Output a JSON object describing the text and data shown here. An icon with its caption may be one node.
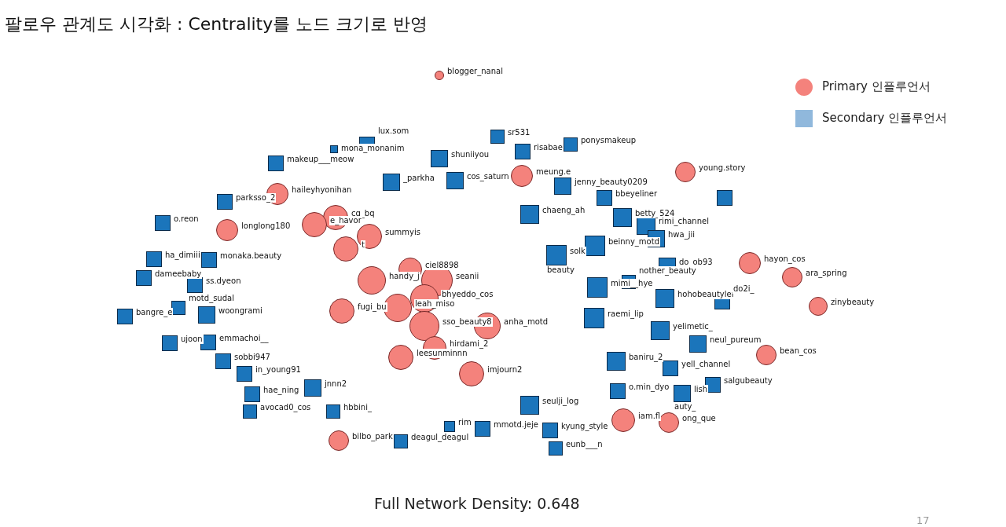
{
  "diagram": {
    "title": "팔로우 관계도 시각화 : Centrality를 노드 크기로 반영",
    "caption": "Full Network Density: 0.648",
    "nodes": [
      {
        "text": [],
        "shape": "circle",
        "beside": [
          "blogger_nanal"
        ]
      },
      {
        "text": [],
        "shape": "box",
        "beside": [
          "sr531"
        ]
      },
      {
        "text": [],
        "shape": "box",
        "beside": [
          "lux.som"
        ]
      },
      {
        "text": [],
        "shape": "box",
        "beside": [
          "ponysmakeup"
        ]
      },
      {
        "text": [],
        "shape": "box",
        "beside": [
          "mona_monanim"
        ]
      },
      {
        "text": [],
        "shape": "box",
        "beside": [
          "risabae"
        ]
      },
      {
        "text": [],
        "shape": "box",
        "beside": [
          "shuniiyou"
        ]
      },
      {
        "text": [],
        "shape": "box",
        "beside": [
          "makeup___meow"
        ]
      },
      {
        "text": [],
        "shape": "circle",
        "beside": [
          "young.story"
        ]
      },
      {
        "text": [],
        "shape": "circle",
        "beside": [
          "meung.e"
        ]
      },
      {
        "text": [],
        "shape": "box",
        "beside": [
          "_parkha"
        ]
      },
      {
        "text": [],
        "shape": "box",
        "beside": [
          "cos_saturn"
        ]
      },
      {
        "text": [],
        "shape": "box",
        "beside": [
          "jenny_beauty0209"
        ]
      },
      {
        "text": [],
        "shape": "circle",
        "beside": [
          "haileyhyonihan"
        ]
      },
      {
        "text": [],
        "shape": "box"
      },
      {
        "text": [],
        "shape": "box",
        "beside": [
          "bbeyeliner"
        ]
      },
      {
        "text": [],
        "shape": "box",
        "beside": [
          "parksso_2"
        ]
      },
      {
        "text": [],
        "shape": "box",
        "beside": [
          "chaeng_ah"
        ]
      },
      {
        "text": [],
        "shape": "box",
        "beside": [
          "betty_524"
        ]
      },
      {
        "text": [],
        "shape": "circle",
        "beside": [
          "cq_bq"
        ]
      },
      {
        "text": [],
        "shape": "circle",
        "beside": [
          "e_havor"
        ]
      },
      {
        "text": [],
        "shape": "box",
        "beside": [
          "o.reon"
        ]
      },
      {
        "text": [],
        "shape": "box",
        "beside": [
          "rimi_channel"
        ]
      },
      {
        "text": [],
        "shape": "circle",
        "beside": [
          "longlong180"
        ]
      },
      {
        "text": [],
        "shape": "circle",
        "beside": [
          "summyis"
        ]
      },
      {
        "text": [],
        "shape": "box",
        "beside": [
          "hwa_jii"
        ]
      },
      {
        "text": [],
        "shape": "box",
        "beside": [
          "beinny_motd"
        ]
      },
      {
        "text": [],
        "shape": "circle",
        "beside": [
          "t"
        ]
      },
      {
        "text": [],
        "shape": "box",
        "beside": [
          "solk",
          "beauty"
        ]
      },
      {
        "text": [],
        "shape": "box",
        "beside": [
          "ha_dimiii"
        ]
      },
      {
        "text": [],
        "shape": "box",
        "beside": [
          "monaka.beauty"
        ]
      },
      {
        "text": [],
        "shape": "box",
        "beside": [
          "do_ob93"
        ]
      },
      {
        "text": [],
        "shape": "circle",
        "beside": [
          "hayon_cos"
        ]
      },
      {
        "text": [],
        "shape": "circle",
        "beside": [
          "ciel8898"
        ]
      },
      {
        "text": [],
        "shape": "circle",
        "beside": [
          "seanii"
        ]
      },
      {
        "text": [],
        "shape": "circle",
        "beside": [
          "ara_spring"
        ]
      },
      {
        "text": [],
        "shape": "box",
        "beside": [
          "nother_beauty"
        ]
      },
      {
        "text": [],
        "shape": "box",
        "beside": [
          "dameebaby"
        ]
      },
      {
        "text": [],
        "shape": "circle",
        "beside": [
          "handy_j"
        ]
      },
      {
        "text": [],
        "shape": "circle",
        "beside": [
          "bhyeddo_cos"
        ]
      },
      {
        "text": [],
        "shape": "box",
        "beside": [
          "mimi__hye"
        ]
      },
      {
        "text": [],
        "shape": "box",
        "beside": [
          "ss.dyeon"
        ]
      },
      {
        "text": [],
        "shape": "circle",
        "beside": [
          "fugi_bu"
        ]
      },
      {
        "text": [],
        "shape": "box",
        "beside": [
          "hohobeautyler"
        ]
      },
      {
        "text": [],
        "shape": "circle",
        "beside": [
          "zinybeauty"
        ]
      },
      {
        "text": [],
        "shape": "box",
        "beside": [
          "do2i_"
        ]
      },
      {
        "text": [],
        "shape": "circle",
        "beside": [
          "leah_miso"
        ]
      },
      {
        "text": [],
        "shape": "box",
        "beside": [
          "motd_sudal"
        ]
      },
      {
        "text": [],
        "shape": "box",
        "beside": [
          "woongrami"
        ]
      },
      {
        "text": [],
        "shape": "box",
        "beside": [
          "bangre_e"
        ]
      },
      {
        "text": [],
        "shape": "circle",
        "beside": [
          "sso_beauty8"
        ]
      },
      {
        "text": [],
        "shape": "box",
        "beside": [
          "raemi_lip"
        ]
      },
      {
        "text": [],
        "shape": "circle",
        "beside": [
          "anha_motd"
        ]
      },
      {
        "text": [],
        "shape": "box",
        "beside": [
          "yelimetic_"
        ]
      },
      {
        "text": [],
        "shape": "box",
        "beside": [
          "ujoon"
        ]
      },
      {
        "text": [],
        "shape": "box",
        "beside": [
          "emmachoi__"
        ]
      },
      {
        "text": [],
        "shape": "box",
        "beside": [
          "neul_pureum"
        ]
      },
      {
        "text": [],
        "shape": "circle",
        "beside": [
          "hirdami_2"
        ]
      },
      {
        "text": [],
        "shape": "circle",
        "beside": [
          "bean_cos"
        ]
      },
      {
        "text": [],
        "shape": "circle",
        "beside": [
          "leesunminnn"
        ]
      },
      {
        "text": [],
        "shape": "box",
        "beside": [
          "sobbi947"
        ]
      },
      {
        "text": [],
        "shape": "box",
        "beside": [
          "baniru_2"
        ]
      },
      {
        "text": [],
        "shape": "box",
        "beside": [
          "yell_channel"
        ]
      },
      {
        "text": [],
        "shape": "box",
        "beside": [
          "in_young91"
        ]
      },
      {
        "text": [],
        "shape": "circle",
        "beside": [
          "imjourn2"
        ]
      },
      {
        "text": [],
        "shape": "box",
        "beside": [
          "salgubeauty"
        ]
      },
      {
        "text": [],
        "shape": "box",
        "beside": [
          "jnnn2"
        ]
      },
      {
        "text": [],
        "shape": "box",
        "beside": [
          "hae_ning"
        ]
      },
      {
        "text": [],
        "shape": "box",
        "beside": [
          "o.min_dyo"
        ]
      },
      {
        "text": [],
        "shape": "box",
        "beside": [
          "lish",
          "auty_"
        ]
      },
      {
        "text": [],
        "shape": "box",
        "beside": [
          "seulji_log"
        ]
      },
      {
        "text": [],
        "shape": "circle",
        "beside": [
          "ong_que"
        ]
      },
      {
        "text": [],
        "shape": "box",
        "beside": [
          "avocad0_cos"
        ]
      },
      {
        "text": [],
        "shape": "box",
        "beside": [
          "hbbini_"
        ]
      },
      {
        "text": [],
        "shape": "circle",
        "beside": [
          "iam.fl"
        ]
      },
      {
        "text": [],
        "shape": "box",
        "beside": [
          "rim"
        ]
      },
      {
        "text": [],
        "shape": "box",
        "beside": [
          "mmotd.jeje"
        ]
      },
      {
        "text": [],
        "shape": "box",
        "beside": [
          "kyung_style"
        ]
      },
      {
        "text": [],
        "shape": "box",
        "beside": [
          "deagul_deagul"
        ]
      },
      {
        "text": [],
        "shape": "circle",
        "beside": [
          "bilbo_park"
        ]
      },
      {
        "text": [],
        "shape": "box",
        "beside": [
          "eunb___n"
        ]
      }
    ],
    "labels": [
      "17"
    ],
    "legend": [
      {
        "text": "Primary 인플루언서",
        "color": "#f4827c"
      },
      {
        "text": "Secondary 인플루언서",
        "color": "#90b8dc"
      }
    ]
  }
}
